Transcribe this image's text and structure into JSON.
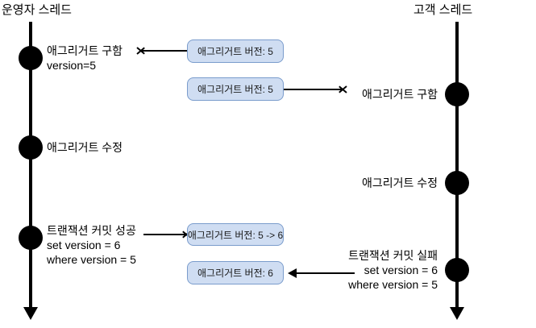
{
  "diagram": {
    "type": "sequence-diagram",
    "background_color": "#ffffff",
    "accent_box_fill": "#cfddf2",
    "accent_box_border": "#7a9ccc",
    "line_color": "#000000"
  },
  "threads": [
    {
      "id": "operator",
      "title": "운영자 스레드",
      "events": [
        {
          "label_lines": [
            "애그리거트 구함",
            "version=5"
          ]
        },
        {
          "label_lines": [
            "애그리거트 수정"
          ]
        },
        {
          "label_lines": [
            "트랜잭션 커밋 성공",
            "set version = 6",
            "where version = 5"
          ]
        }
      ]
    },
    {
      "id": "customer",
      "title": "고객 스레드",
      "events": [
        {
          "label_lines": [
            "애그리거트 구함"
          ]
        },
        {
          "label_lines": [
            "애그리거트 수정"
          ]
        },
        {
          "label_lines": [
            "트랜잭션 커밋 실패",
            "set version = 6",
            "where version = 5"
          ]
        }
      ]
    }
  ],
  "messages": [
    {
      "id": "msg-1",
      "text": "애그리거트 버전: 5",
      "direction": "left"
    },
    {
      "id": "msg-2",
      "text": "애그리거트 버전: 5",
      "direction": "right"
    },
    {
      "id": "msg-3",
      "text": "애그리거트 버전: 5 -> 6",
      "direction": "right"
    },
    {
      "id": "msg-4",
      "text": "애그리거트 버전: 6",
      "direction": "left"
    }
  ]
}
